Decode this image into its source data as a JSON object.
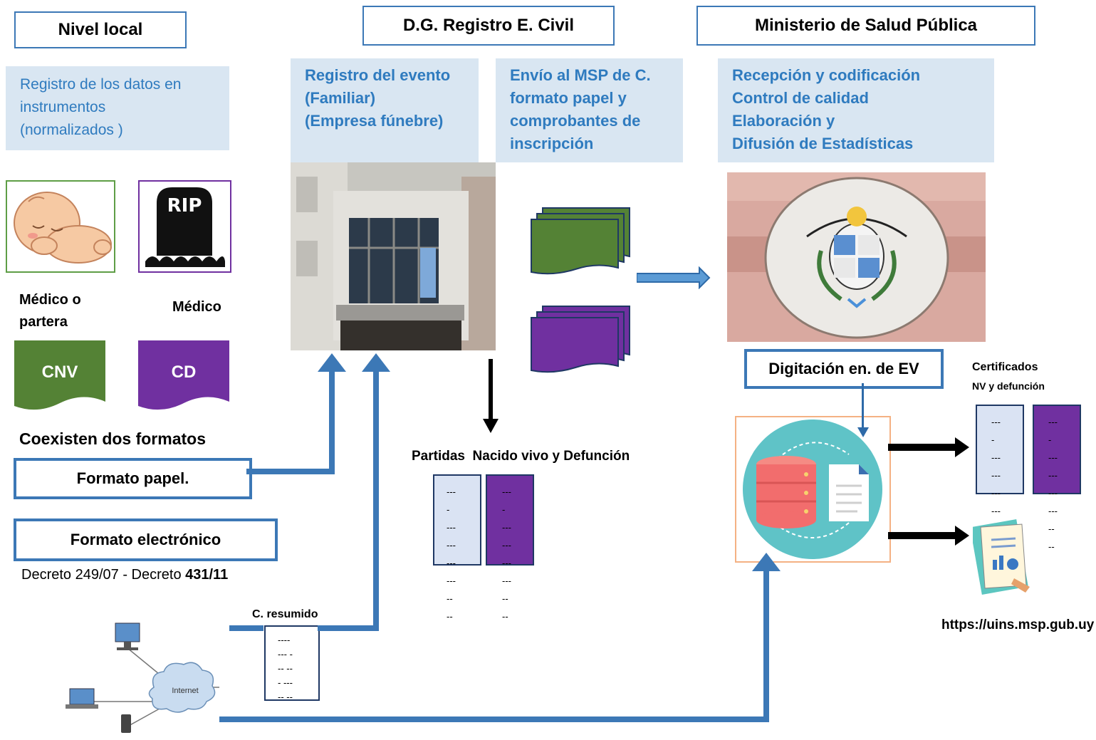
{
  "headers": {
    "local": "Nivel local",
    "dg": "D.G. Registro E. Civil",
    "msp": "Ministerio de Salud Pública"
  },
  "panels": {
    "local": [
      "Registro de los datos en",
      "instrumentos",
      "(normalizados )"
    ],
    "registro": [
      "Registro del evento",
      "(Familiar)",
      "(Empresa fúnebre)"
    ],
    "envio": [
      "Envío  al MSP de C.",
      "formato papel y",
      "comprobantes de",
      "inscripción"
    ],
    "msp": [
      "Recepción y codificación",
      "Control de calidad",
      "Elaboración  y",
      "Difusión  de Estadísticas"
    ]
  },
  "roles": {
    "partera": [
      "Médico o",
      "partera"
    ],
    "medico": "Médico"
  },
  "forms": {
    "cnv": "CNV",
    "cd": "CD"
  },
  "icons": {
    "rip": "RIP",
    "baby": "sleeping-baby-icon",
    "tombstone": "tombstone-icon",
    "internet": "Internet"
  },
  "labels": {
    "coexisten": "Coexisten dos formatos",
    "papel": "Formato papel.",
    "electronico": "Formato electrónico",
    "decreto_prefix": "Decreto 249/07 - Decreto ",
    "decreto_bold": "431/11",
    "partidas": "Partidas  Nacido vivo y Defunción",
    "resumido": "C. resumido",
    "digitacion": "Digitación en. de EV",
    "certificados": "Certificados",
    "certificados_sub": "NV y defunción",
    "url": "https://uins.msp.gub.uy"
  },
  "dashes": {
    "partidas_left": "---\n-\n---\n---\n---\n---\n--\n--",
    "partidas_right": "---\n-\n---\n---\n---\n---\n--\n--",
    "resumido": "----\n--- -\n-- --\n- ---\n-- --",
    "cert_left": "---\n-\n---\n---\n---\n---\n--\n--",
    "cert_right": "---\n-\n---\n---\n---\n---\n--\n--"
  },
  "colors": {
    "accent_blue": "#3c78b6",
    "panel_bg": "#d9e6f2",
    "panel_text": "#2f7bbf",
    "green": "#548235",
    "purple": "#7030a0"
  }
}
